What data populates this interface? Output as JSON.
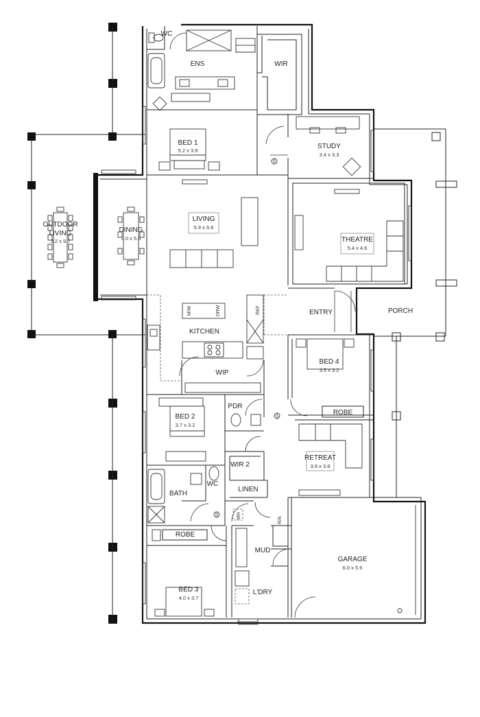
{
  "plan": {
    "rooms": [
      {
        "id": "outdoor",
        "name": "OUTDOOR",
        "name2": "LIVING",
        "dims": "3.2 x 9.7"
      },
      {
        "id": "dining",
        "name": "DINING",
        "dims": "3.0 x 5.6"
      },
      {
        "id": "living",
        "name": "LIVING",
        "dims": "5.9 x 5.6"
      },
      {
        "id": "theatre",
        "name": "THEATRE",
        "dims": "5.4 x 4.6"
      },
      {
        "id": "bed1",
        "name": "BED 1",
        "dims": "5.2 x 3.9"
      },
      {
        "id": "study",
        "name": "STUDY",
        "dims": "3.4 x 3.3"
      },
      {
        "id": "bed4",
        "name": "BED 4",
        "dims": "3.5 x 3.2"
      },
      {
        "id": "bed2",
        "name": "BED 2",
        "dims": "3.7 x 3.2"
      },
      {
        "id": "retreat",
        "name": "RETREAT",
        "dims": "3.6 x 3.8"
      },
      {
        "id": "garage",
        "name": "GARAGE",
        "dims": "6.0 x 5.5"
      },
      {
        "id": "bed3",
        "name": "BED 3",
        "dims": "4.0 x 3.7"
      }
    ],
    "labels": {
      "wc1": "WC",
      "ens": "ENS",
      "wir": "WIR",
      "kitchen": "KITCHEN",
      "wip": "WIP",
      "entry": "ENTRY",
      "porch": "PORCH",
      "robe4": "ROBE",
      "pdr": "PDR",
      "wir2": "WIR 2",
      "wc2": "WC",
      "bath": "BATH",
      "linen": "LINEN",
      "robe3": "ROBE",
      "mud": "MUD",
      "ldry": "L'DRY",
      "mw": "M/W",
      "drw": "DRW",
      "ref": "REF",
      "mh": "MH",
      "ra": "R/A",
      "s": "S"
    }
  }
}
